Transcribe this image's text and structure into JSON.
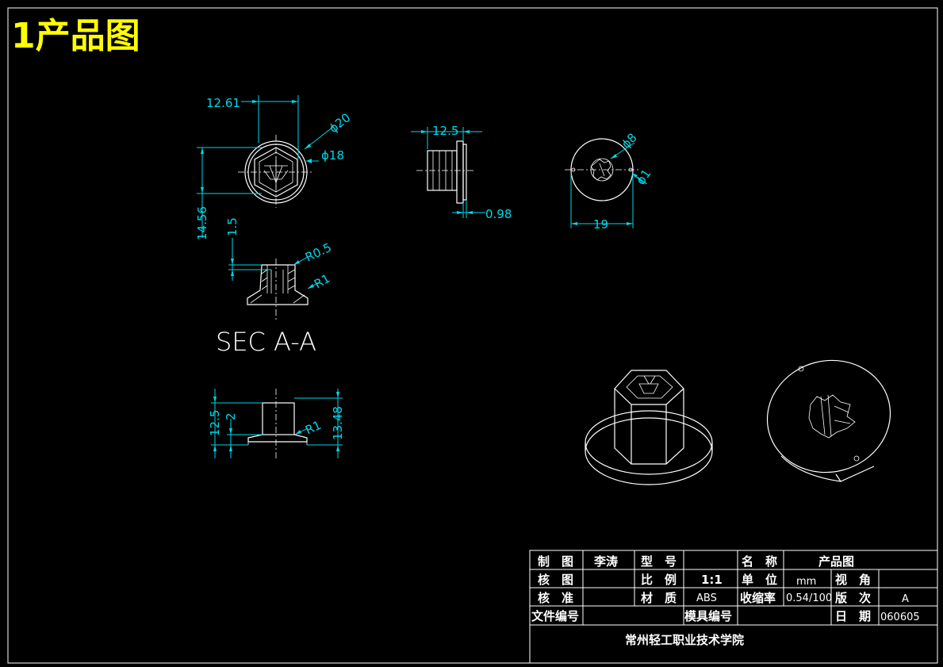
{
  "drawing_title": "1产品图",
  "section_label": "SEC A-A",
  "dimensions": {
    "top_width": "12.61",
    "top_height": "14.56",
    "top_dia_outer": "ϕ20",
    "top_dia_inner": "ϕ18",
    "side_width": "12.5",
    "side_flange": "0.98",
    "bottom_dia_hole": "ϕ8",
    "bottom_dia_small": "ϕ1",
    "bottom_width": "19",
    "sec_height": "1.5",
    "sec_radius_small": "R0.5",
    "sec_radius": "R1",
    "front_height": "12.5",
    "front_step": "2",
    "front_radius": "R1",
    "front_total": "13.48"
  },
  "title_block": {
    "drawn_label": "制　图",
    "drawn_value": "李涛",
    "model_label": "型　号",
    "model_value": "",
    "name_label": "名　称",
    "name_value": "产品图",
    "check_label": "核　图",
    "check_value": "",
    "scale_label": "比　例",
    "scale_value": "1:1",
    "unit_label": "单　位",
    "unit_value": "mm",
    "view_label": "视　角",
    "view_value": "",
    "approve_label": "核　准",
    "approve_value": "",
    "material_label": "材　质",
    "material_value": "ABS",
    "shrink_label": "收缩率",
    "shrink_value": "0.54/100",
    "version_label": "版　次",
    "version_value": "A",
    "file_label": "文件编号",
    "file_value": "",
    "mold_label": "模具编号",
    "mold_value": "",
    "date_label": "日　期",
    "date_value": "060605",
    "school": "常州轻工职业技术学院"
  },
  "colors": {
    "background": "#000000",
    "title": "#ffff00",
    "dimension": "#00d8e8",
    "object": "#ffffff"
  }
}
